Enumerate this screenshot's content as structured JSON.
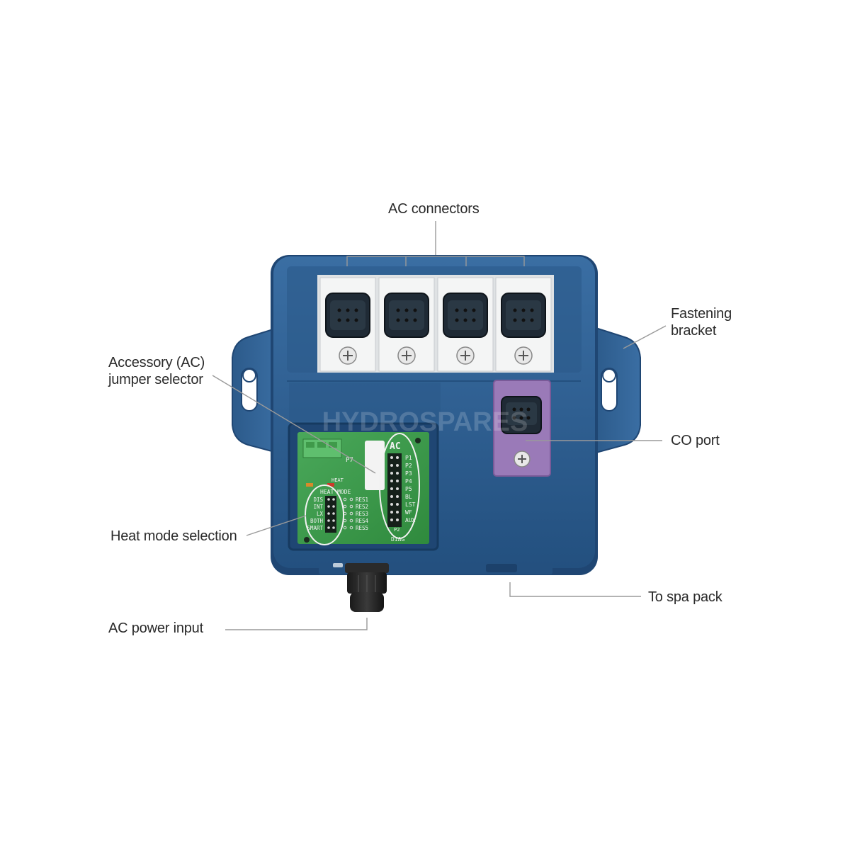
{
  "labels": {
    "ac_connectors": "AC connectors",
    "fastening_bracket": [
      "Fastening",
      "bracket"
    ],
    "accessory_jumper": [
      "Accessory (AC)",
      "jumper selector"
    ],
    "co_port": "CO port",
    "heat_mode": "Heat mode selection",
    "to_spa_pack": "To spa pack",
    "ac_power": "AC power input"
  },
  "board": {
    "connector_tag": "P7",
    "heat_tag": "HEAT",
    "ac_block_title": "AC",
    "heat_block_title": "HEAT MODE",
    "ac_pins": [
      "P1",
      "P2",
      "P3",
      "P4",
      "P5",
      "BL",
      "LST",
      "WF",
      "AUX"
    ],
    "heat_pins": [
      "DIS",
      "INT",
      "LX",
      "BOTH",
      "SMART"
    ],
    "res_pins": [
      "RES1",
      "RES2",
      "RES3",
      "RES4",
      "RES5"
    ],
    "diag_tag": "DIAG",
    "p2_tag": "P2"
  },
  "watermark": "HYDROSPARES",
  "colors": {
    "housing": "#2f5f91",
    "housing_dark": "#1f4673",
    "pcb": "#3f9a4a",
    "co_port": "#9a7ab8",
    "connector_panel": "#f4f5f5",
    "label_text": "#2a2a2a"
  }
}
